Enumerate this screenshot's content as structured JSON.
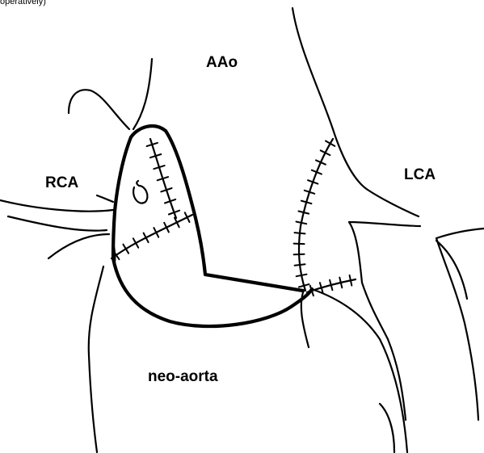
{
  "top_fragment": "operatively)",
  "labels": {
    "aao": "AAo",
    "rca": "RCA",
    "lca": "LCA",
    "neo_aorta": "neo-aorta"
  }
}
